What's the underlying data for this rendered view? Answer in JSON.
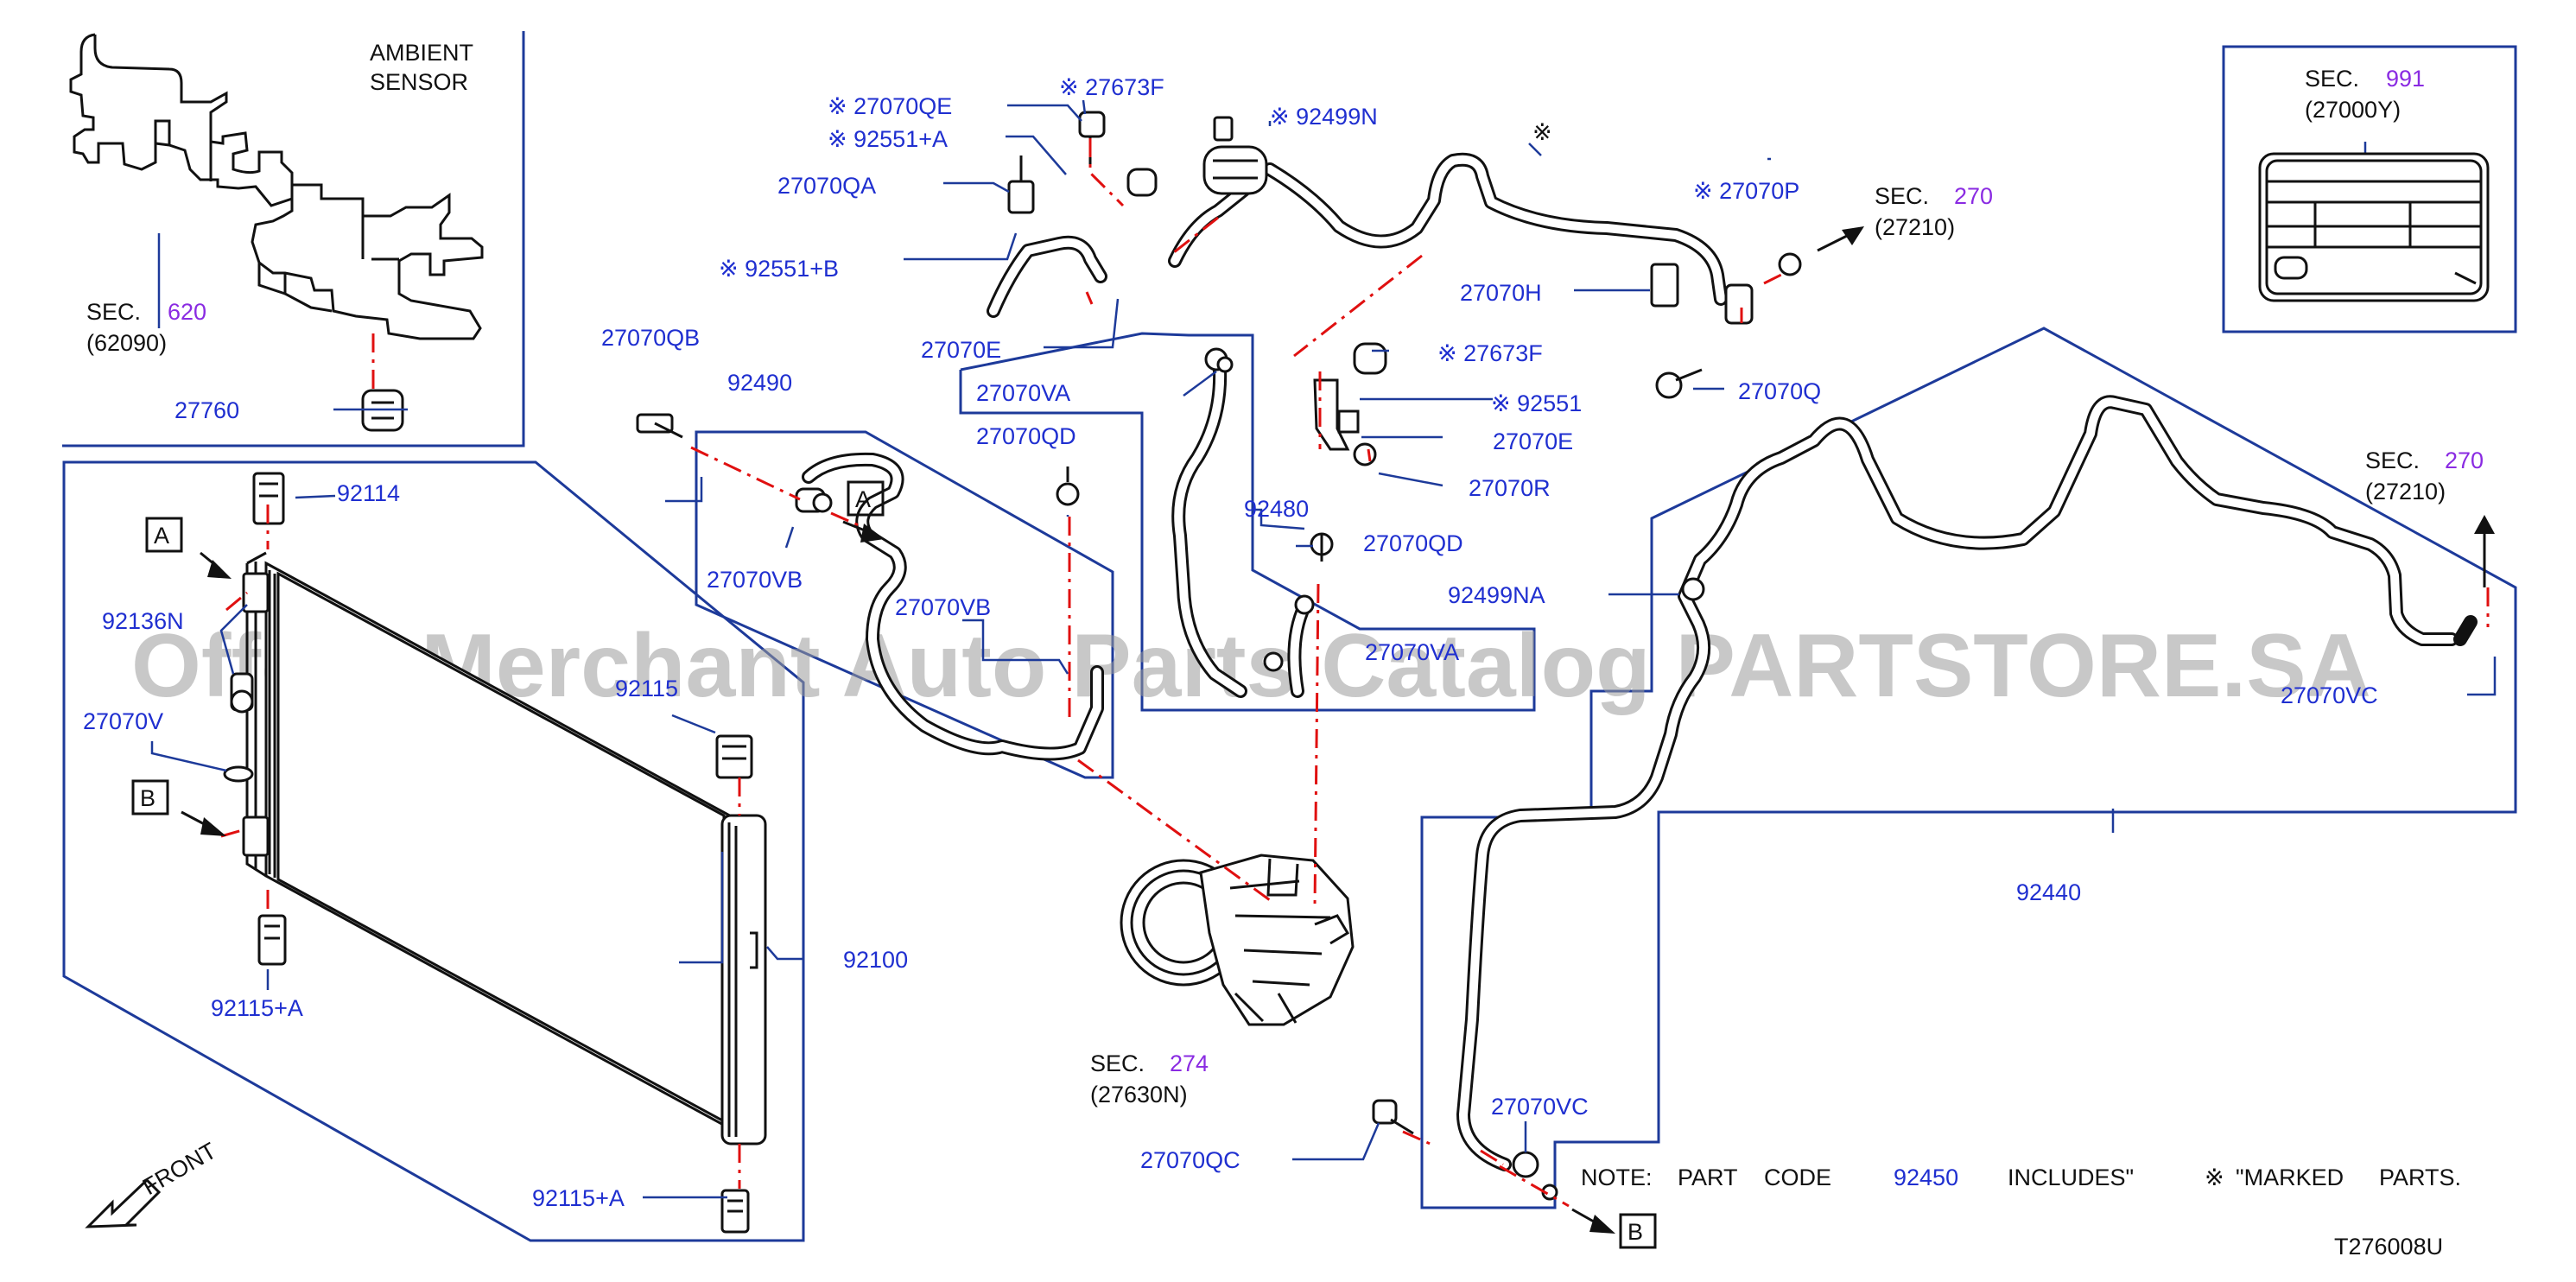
{
  "diagram": {
    "watermark": "Offers Merchant Auto Parts Catalog PARTSTORE.SA",
    "diagram_code": "T276008U",
    "front_label": "FRONT",
    "note": {
      "prefix": "NOTE:",
      "w1": "PART",
      "w2": "CODE",
      "code": "92450",
      "w3": "INCLUDES\"",
      "mark": "※",
      "w4": "\"MARKED",
      "w5": "PARTS."
    },
    "ambient_sensor": {
      "line1": "AMBIENT",
      "line2": "SENSOR"
    },
    "sec_refs": {
      "s620": {
        "sec": "SEC.",
        "num": "620",
        "code": "(62090)"
      },
      "s991": {
        "sec": "SEC.",
        "num": "991",
        "code": "(27000Y)"
      },
      "s270a": {
        "sec": "SEC.",
        "num": "270",
        "code": "(27210)"
      },
      "s270b": {
        "sec": "SEC.",
        "num": "270",
        "code": "(27210)"
      },
      "s274": {
        "sec": "SEC.",
        "num": "274",
        "code": "(27630N)"
      }
    },
    "markers": {
      "a1": "A",
      "a2": "A",
      "b1": "B",
      "b2": "B"
    },
    "parts": {
      "p27070QE": "※ 27070QE",
      "p92551A": "※ 92551+A",
      "p27673F_top": "※ 27673F",
      "p92499N": "※ 92499N",
      "p27070QA": "27070QA",
      "p92551B": "※ 92551+B",
      "p27070E_left": "27070E",
      "p27070QB": "27070QB",
      "p92490": "92490",
      "p27070VA_top": "27070VA",
      "p27070QD_top": "27070QD",
      "p27070VB_1": "27070VB",
      "p27070VB_2": "27070VB",
      "p92480": "92480",
      "p27070QD_mid": "27070QD",
      "p27070VA_mid": "27070VA",
      "p27760": "27760",
      "p92114": "92114",
      "p92136N": "92136N",
      "p27070V": "27070V",
      "p92115": "92115",
      "p92115A_1": "92115+A",
      "p92100": "92100",
      "p92115A_2": "92115+A",
      "p27070QC": "27070QC",
      "p27070VC_bot": "27070VC",
      "p27070P": "※ 27070P",
      "p27070H": "27070H",
      "p27673F_mid": "※ 27673F",
      "p92551": "※ 92551",
      "p27070E_right": "27070E",
      "p27070R": "27070R",
      "p27070Q": "27070Q",
      "p92499NA": "92499NA",
      "p27070VC_right": "27070VC",
      "p92440": "92440",
      "mark_top": "※"
    },
    "colors": {
      "label": "#1f2fd0",
      "frame": "#1d3a9a",
      "red_line": "#e01010",
      "section_num": "#8a2be2"
    }
  }
}
